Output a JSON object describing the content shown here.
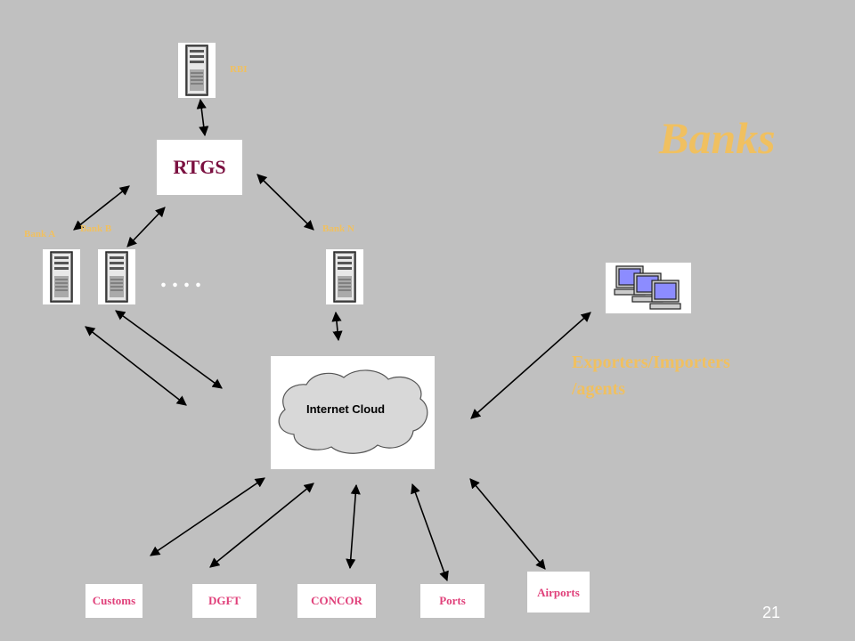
{
  "title": "Banks",
  "nodes": {
    "rbi": "RBI",
    "rtgs": "RTGS",
    "bank_a": "Bank A",
    "bank_b": "Bank B",
    "bank_n": "Bank N",
    "ellipsis": "....",
    "internet_cloud": "Internet Cloud",
    "exporters_line1": "Exporters/Importers",
    "exporters_line2": "/agents"
  },
  "bottom_nodes": [
    "Customs",
    "DGFT",
    "CONCOR",
    "Ports",
    "Airports"
  ],
  "page_number": "21",
  "colors": {
    "background": "#c0c0c0",
    "label_gold": "#f0c060",
    "rtgs_text": "#7b1040",
    "bottom_text": "#e0407a"
  },
  "icons": [
    "server-icon",
    "computer-network-icon",
    "cloud-icon"
  ]
}
